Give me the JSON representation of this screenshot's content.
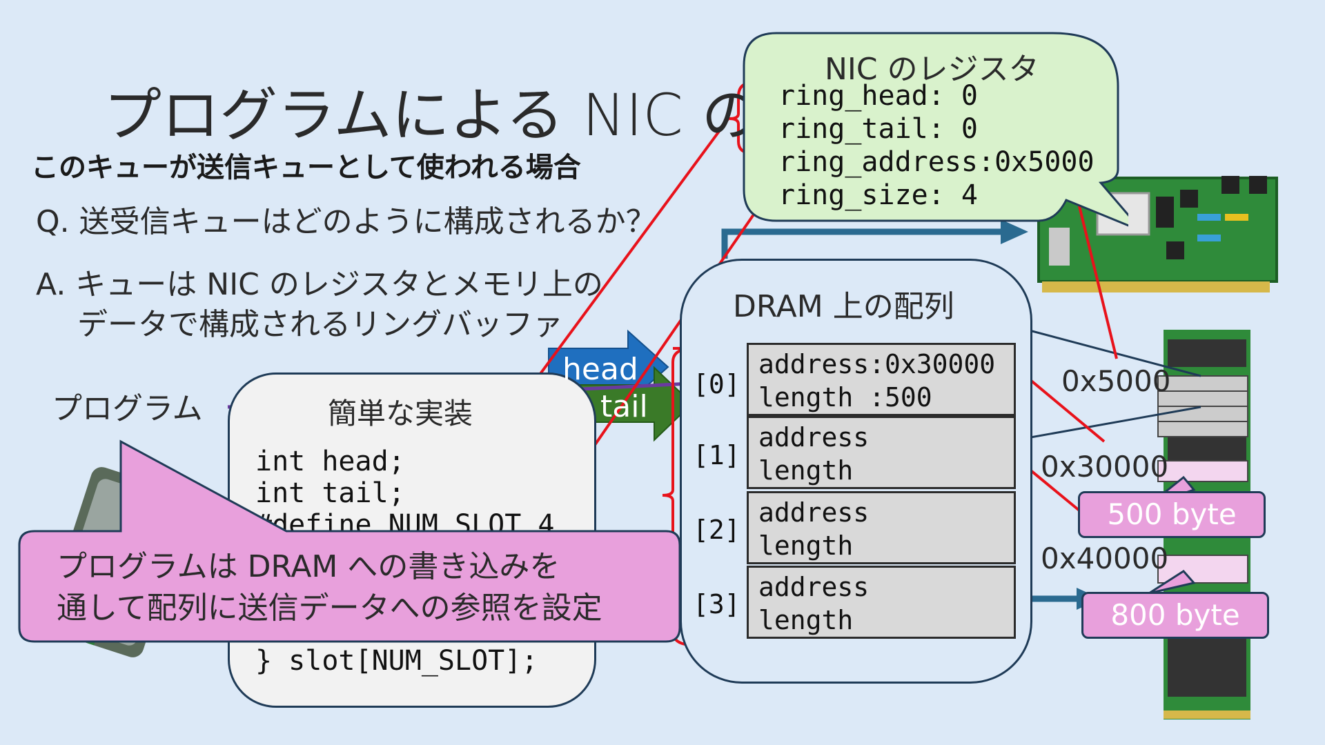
{
  "slide": {
    "title": "プログラムによる NIC の",
    "subtitle": "このキューが送信キューとして使われる場合",
    "question": "Q. 送受信キューはどのように構成されるか？",
    "answer_line1": "A. キューは NIC のレジスタとメモリ上の",
    "answer_line2": "データで構成されるリングバッファ",
    "program_label": "プログラム"
  },
  "code_panel": {
    "title": "簡単な実装",
    "line1": "int head;",
    "line2": "int tail;",
    "line3": "#define NUM_SLOT 4",
    "line4": "} slot[NUM_SLOT];"
  },
  "callout": {
    "line1": "プログラムは DRAM への書き込みを",
    "line2": "通して配列に送信データへの参照を設定"
  },
  "pointers": {
    "head": "head",
    "tail": "tail"
  },
  "nic_registers": {
    "title": "NIC のレジスタ",
    "ring_head": "ring_head: 0",
    "ring_tail": "ring_tail: 0",
    "ring_address": "ring_address:0x5000",
    "ring_size": "ring_size: 4"
  },
  "dram": {
    "title": "DRAM 上の配列",
    "slots": [
      {
        "index": "[0]",
        "address": "address:0x30000",
        "length": "length :500"
      },
      {
        "index": "[1]",
        "address": "address",
        "length": "length"
      },
      {
        "index": "[2]",
        "address": "address",
        "length": "length"
      },
      {
        "index": "[3]",
        "address": "address",
        "length": "length"
      }
    ]
  },
  "memory_map": {
    "addr_ring": "0x5000",
    "addr_buf1": "0x30000",
    "addr_buf2": "0x40000",
    "buf1_size": "500 byte",
    "buf2_size": "800 byte"
  },
  "colors": {
    "background": "#dce9f7",
    "callout_pink": "#e8a0dc",
    "register_green": "#d9f2cc",
    "head_arrow": "#1f6fbf",
    "tail_arrow": "#3a7a28",
    "link_red": "#e8121b",
    "program_purple": "#6a3aa0",
    "box_outline": "#1f3b57"
  }
}
